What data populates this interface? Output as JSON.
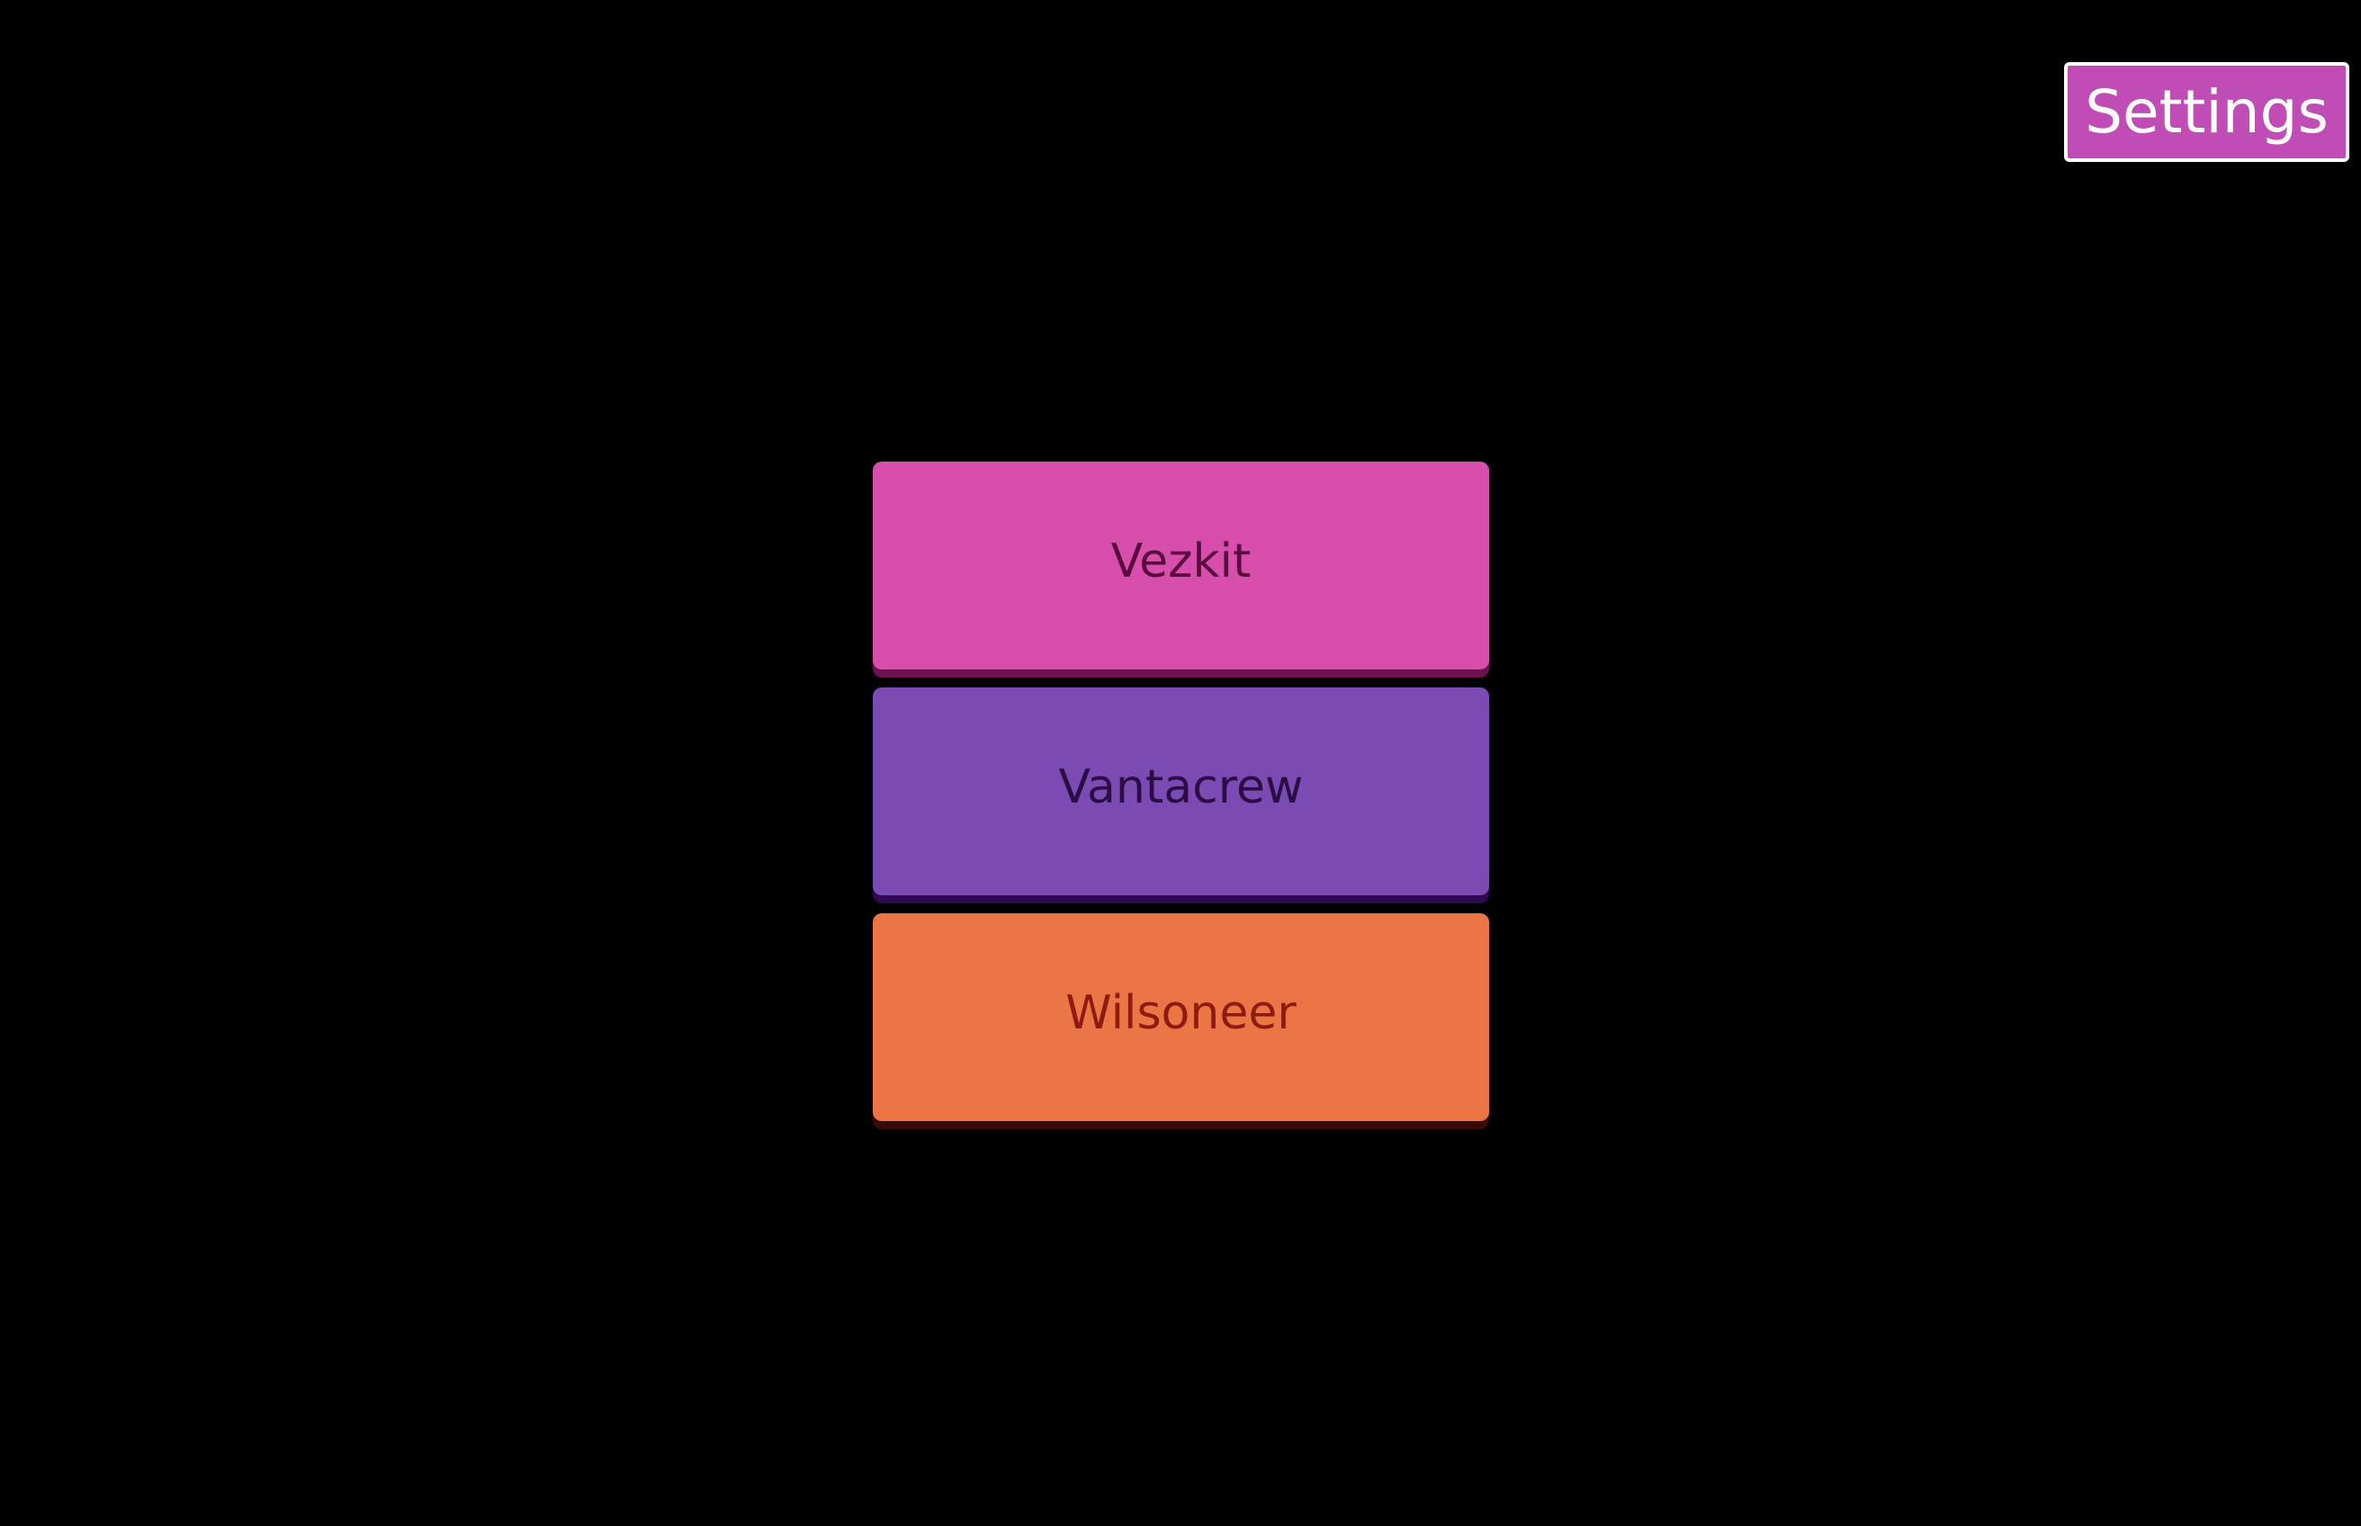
{
  "settings": {
    "label": "Settings",
    "background": "#c04db5",
    "text_color": "#ffffff",
    "border_color": "#ffffff"
  },
  "menu": {
    "items": [
      {
        "label": "Vezkit",
        "background": "#d84ead",
        "text_color": "#5b0a3d",
        "shadow_color": "#6e1150"
      },
      {
        "label": "Vantacrew",
        "background": "#7c4ab3",
        "text_color": "#2a0d45",
        "shadow_color": "#300a50"
      },
      {
        "label": "Wilsoneer",
        "background": "#ec7546",
        "text_color": "#8e1b10",
        "shadow_color": "#3a0a05"
      }
    ]
  }
}
